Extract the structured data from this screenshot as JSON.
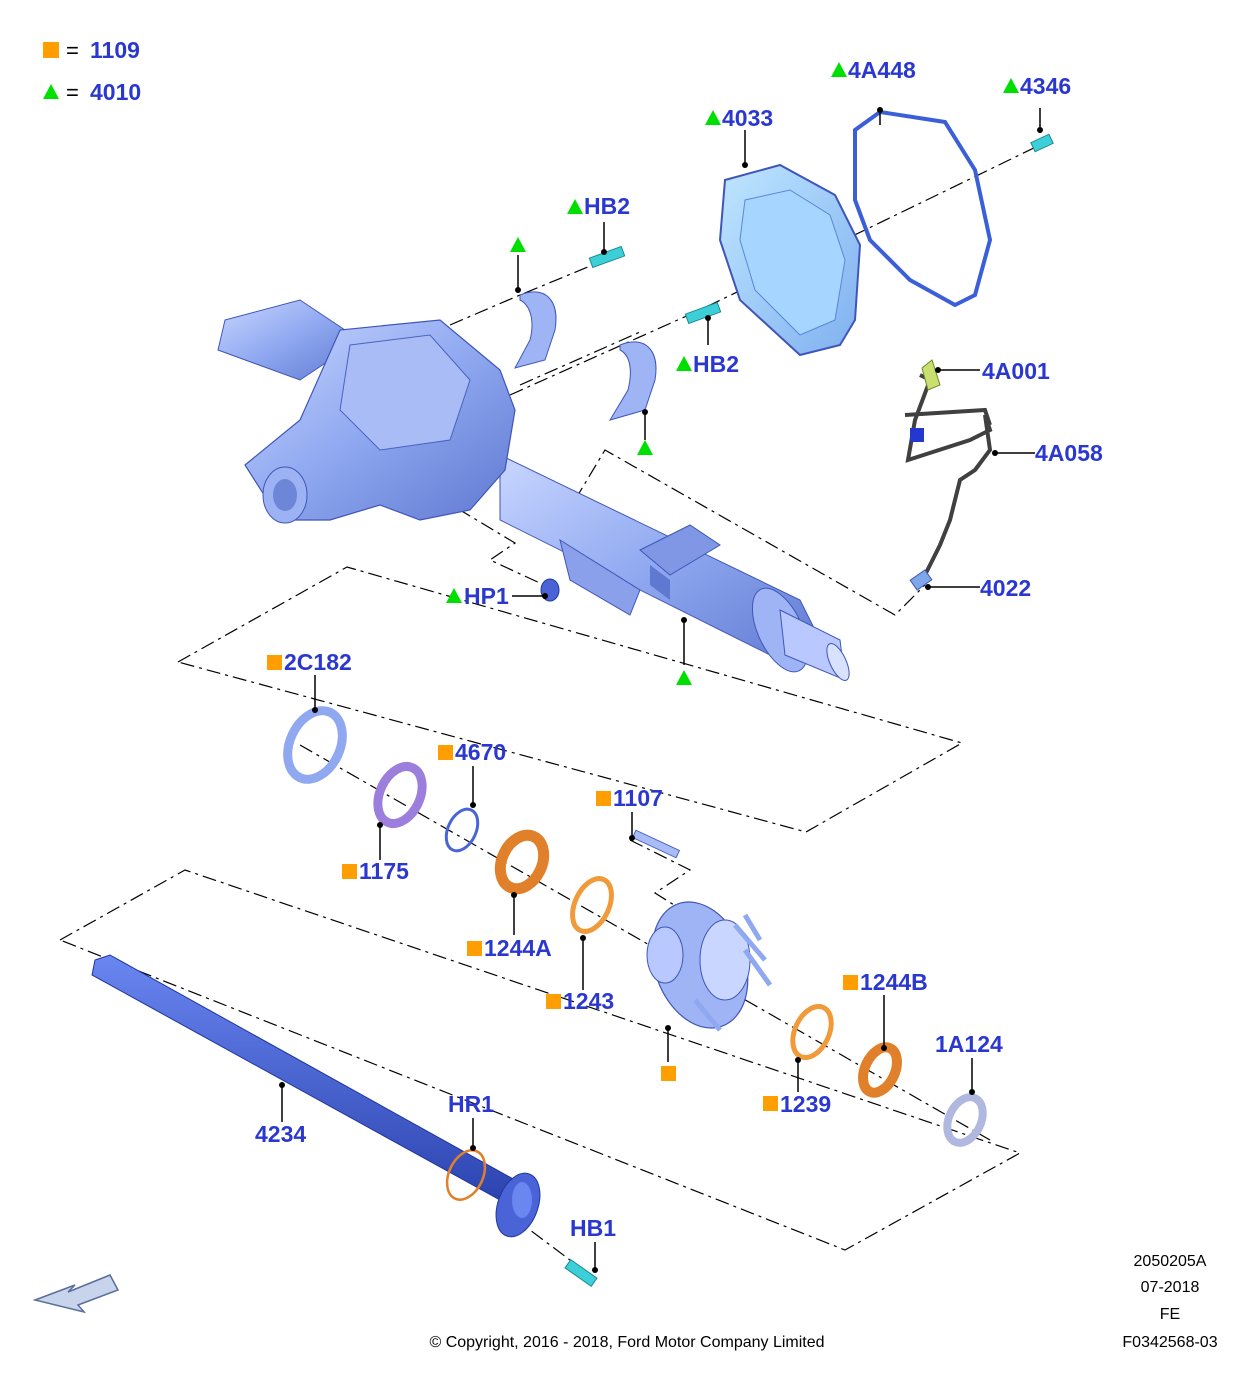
{
  "legend": [
    {
      "marker": "square",
      "color": "#ff9e00",
      "text": "1109"
    },
    {
      "marker": "triangle",
      "color": "#00e000",
      "text": "4010"
    }
  ],
  "callouts": {
    "c4A448": "4A448",
    "c4346": "4346",
    "c4033": "4033",
    "cHB2a": "HB2",
    "cHB2b": "HB2",
    "c4A001": "4A001",
    "c4A058": "4A058",
    "c4022": "4022",
    "cHP1": "HP1",
    "c2C182": "2C182",
    "c4670": "4670",
    "c1107": "1107",
    "c1175": "1175",
    "c1244A": "1244A",
    "c1243": "1243",
    "c1244B": "1244B",
    "c1A124": "1A124",
    "c1239": "1239",
    "c4234": "4234",
    "cHR1": "HR1",
    "cHB1": "HB1"
  },
  "drawing_info": {
    "code": "2050205A",
    "date": "07-2018",
    "region": "FE",
    "figure": "F0342568-03"
  },
  "copyright": "© Copyright, 2016 - 2018, Ford Motor Company Limited",
  "colors": {
    "label_blue": "#2b38d0",
    "marker_orange": "#ff9e00",
    "marker_green": "#00e000",
    "part_blue": "#8fa8f0",
    "part_orange": "#e88a30"
  },
  "icons": [
    "direction-arrow-icon"
  ]
}
